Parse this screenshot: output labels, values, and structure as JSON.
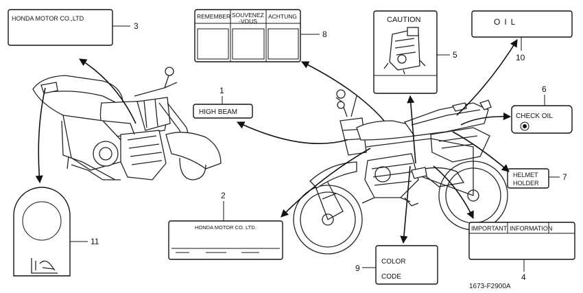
{
  "labels": {
    "honda_top": "HONDA MOTOR CO.,LTD",
    "remember": "REMEMBER",
    "souvenez": "SOUVENEZ",
    "vous": "-VOUS",
    "achtung": "ACHTUNG",
    "caution": "CAUTION",
    "oil": "OIL",
    "high_beam": "HIGH BEAM",
    "check_oil": "CHECK OIL",
    "helmet": "HELMET",
    "holder": "HOLDER",
    "honda_bottom": "HONDA MOTOR CO. LTD.",
    "important": "IMPORTANT",
    "information": "INFORMATION",
    "color": "COLOR",
    "code": "CODE",
    "figure_code": "1673-F2900A"
  },
  "callouts": {
    "n1": "1",
    "n2": "2",
    "n3": "3",
    "n4": "4",
    "n5": "5",
    "n6": "6",
    "n7": "7",
    "n8": "8",
    "n9": "9",
    "n10": "10",
    "n11": "11"
  },
  "icons": [
    "honda-wing-logo-icon",
    "oil-level-dot-icon",
    "engine-illustration-icon"
  ]
}
